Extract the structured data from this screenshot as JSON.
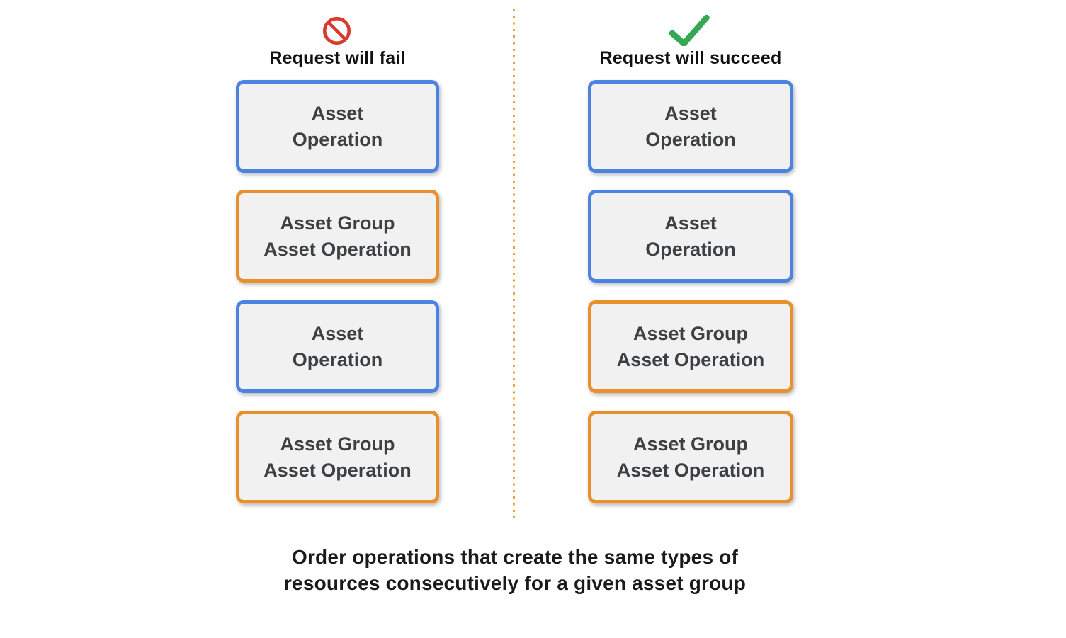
{
  "columns": {
    "fail": {
      "title": "Request will fail",
      "icon": "prohibition-icon",
      "boxes": [
        {
          "type": "asset-operation",
          "lines": [
            "Asset",
            "Operation"
          ]
        },
        {
          "type": "asset-group-asset-operation",
          "lines": [
            "Asset Group",
            "Asset Operation"
          ]
        },
        {
          "type": "asset-operation",
          "lines": [
            "Asset",
            "Operation"
          ]
        },
        {
          "type": "asset-group-asset-operation",
          "lines": [
            "Asset Group",
            "Asset Operation"
          ]
        }
      ]
    },
    "succeed": {
      "title": "Request will succeed",
      "icon": "checkmark-icon",
      "boxes": [
        {
          "type": "asset-operation",
          "lines": [
            "Asset",
            "Operation"
          ]
        },
        {
          "type": "asset-operation",
          "lines": [
            "Asset",
            "Operation"
          ]
        },
        {
          "type": "asset-group-asset-operation",
          "lines": [
            "Asset Group",
            "Asset Operation"
          ]
        },
        {
          "type": "asset-group-asset-operation",
          "lines": [
            "Asset Group",
            "Asset Operation"
          ]
        }
      ]
    }
  },
  "caption": {
    "line1": "Order operations that create the same types of",
    "line2": "resources consecutively for a given asset group"
  },
  "colors": {
    "asset_operation_border": "#4C82E4",
    "asset_group_border": "#E8912C",
    "box_background": "#F1F1F1",
    "box_text": "#3C4043",
    "divider_dots": "#E9A342",
    "fail_icon": "#DA3A2B",
    "success_icon": "#34A853"
  }
}
